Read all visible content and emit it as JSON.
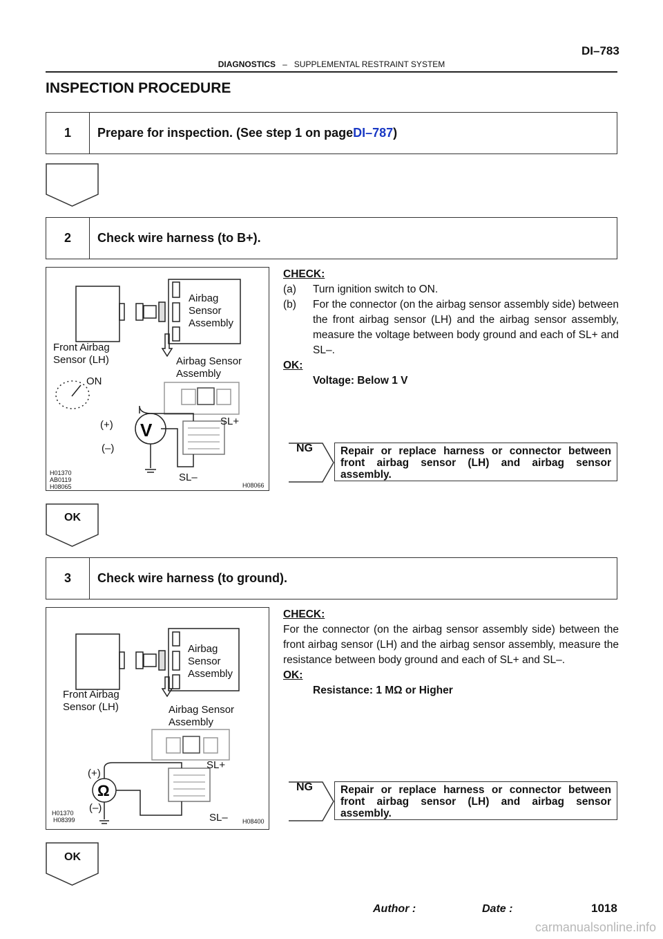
{
  "header": {
    "page_code": "DI–783",
    "section": "DIAGNOSTICS",
    "separator": "–",
    "subsection": "SUPPLEMENTAL RESTRAINT SYSTEM"
  },
  "title": "INSPECTION PROCEDURE",
  "step1": {
    "num": "1",
    "text": "Prepare for inspection. (See step 1 on page ",
    "link": "DI–787",
    "close": ")"
  },
  "step2": {
    "num": "2",
    "text": "Check wire harness (to B+)."
  },
  "step3": {
    "num": "3",
    "text": "Check wire harness (to ground)."
  },
  "figure1": {
    "sensor_label_1": "Airbag",
    "sensor_label_2": "Sensor",
    "sensor_label_3": "Assembly",
    "front_label_1": "Front Airbag",
    "front_label_2": "Sensor (LH)",
    "connector_label_1": "Airbag Sensor",
    "connector_label_2": "Assembly",
    "on_label": "ON",
    "plus": "(+)",
    "minus": "(–)",
    "sl_plus": "SL+",
    "sl_minus": "SL–",
    "meter_symbol": "V",
    "ref_1": "H01370",
    "ref_2": "AB0119",
    "ref_3": "H08065",
    "ref_right": "H08066"
  },
  "check2": {
    "label": "CHECK:",
    "a_mark": "(a)",
    "a_text": "Turn ignition switch to ON.",
    "b_mark": "(b)",
    "b_text": "For the connector (on the airbag sensor assembly side) between the front airbag sensor (LH) and the airbag sensor assembly, measure the voltage between body ground and each of SL+ and SL–.",
    "ok_label": "OK:",
    "ok_value": "Voltage: Below 1 V"
  },
  "ng1": {
    "tag": "NG",
    "text": "Repair or replace harness or connector between front airbag sensor (LH) and airbag sensor assembly."
  },
  "ok_arrow_1": "OK",
  "figure2": {
    "sensor_label_1": "Airbag",
    "sensor_label_2": "Sensor",
    "sensor_label_3": "Assembly",
    "front_label_1": "Front Airbag",
    "front_label_2": "Sensor (LH)",
    "connector_label_1": "Airbag Sensor",
    "connector_label_2": "Assembly",
    "plus": "(+)",
    "minus": "(–)",
    "sl_plus": "SL+",
    "sl_minus": "SL–",
    "meter_symbol": "Ω",
    "ref_1": "H01370",
    "ref_2": "H08399",
    "ref_right": "H08400"
  },
  "check3": {
    "label": "CHECK:",
    "text": "For the connector (on the airbag sensor assembly side) between the front airbag sensor (LH) and the airbag sensor assembly, measure the resistance between body ground and each of SL+ and SL–.",
    "ok_label": "OK:",
    "ok_value": "Resistance: 1 MΩ or Higher"
  },
  "ng2": {
    "tag": "NG",
    "text": "Repair or replace harness or connector between front airbag sensor (LH) and airbag sensor assembly."
  },
  "ok_arrow_2": "OK",
  "footer": {
    "author": "Author :",
    "date": "Date :",
    "page": "1018"
  },
  "watermark": "carmanualsonline.info"
}
